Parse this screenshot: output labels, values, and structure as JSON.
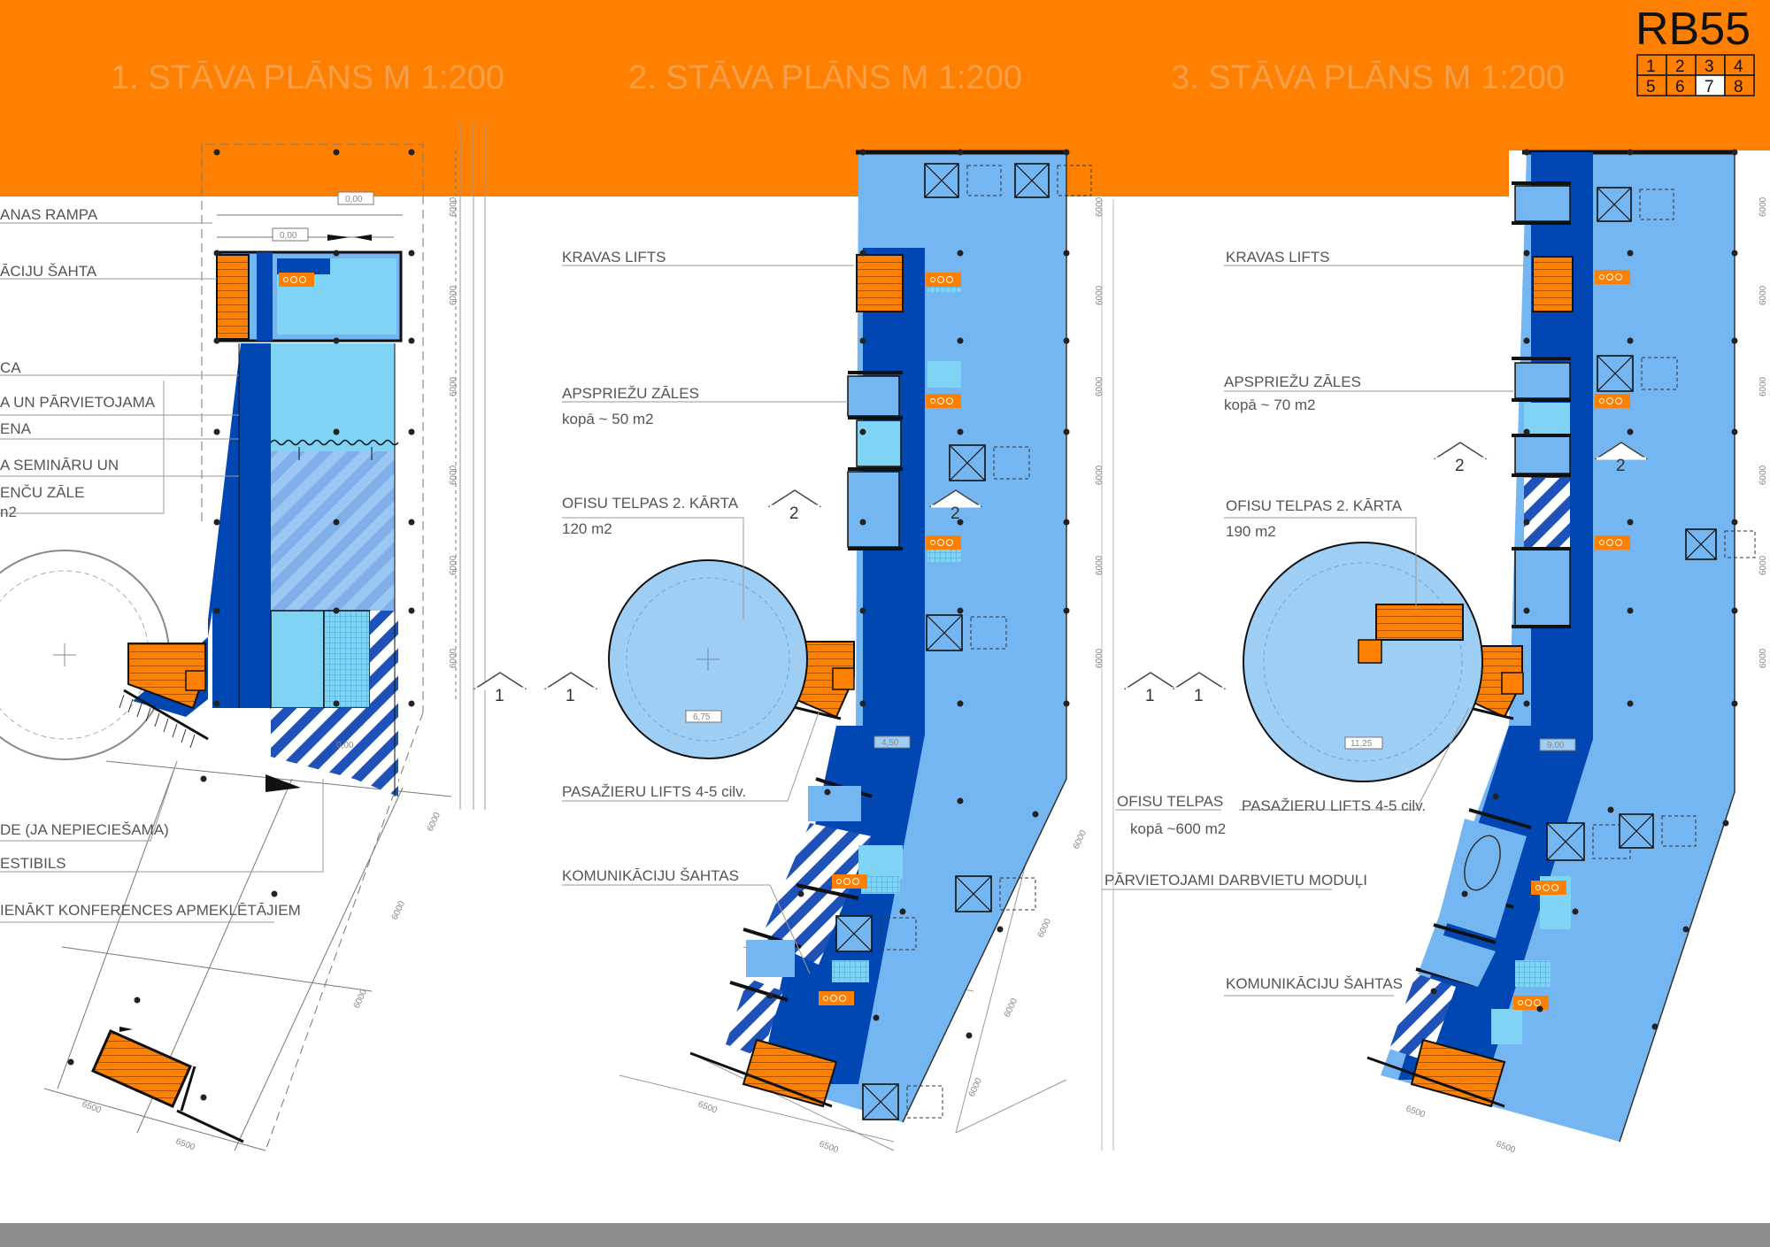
{
  "header": {
    "logo": "RB55",
    "sheet_numbers": [
      "1",
      "2",
      "3",
      "4",
      "5",
      "6",
      "7",
      "8"
    ],
    "active_sheet": "7",
    "titles": [
      "1. STĀVA PLĀNS M 1:200",
      "2. STĀVA PLĀNS M 1:200",
      "3. STĀVA PLĀNS M 1:200"
    ]
  },
  "plan1": {
    "labels": [
      "ANAS RAMPA",
      "ĀCIJU ŠAHTA",
      "CA",
      "A UN PĀRVIETOJAMA",
      "ENA",
      "A SEMINĀRU UN",
      "ENČU ZĀLE",
      "n2",
      "DE (JA NEPIECIEŠAMA)",
      "ESTIBILS",
      "IENĀKT KONFERENCES APMEKLĒTĀJIEM"
    ],
    "levels": [
      "0,00",
      "0,00",
      "0,00"
    ],
    "dims": [
      "6000",
      "6000",
      "6000",
      "6000",
      "6000",
      "6000",
      "6500",
      "6500",
      "6000",
      "6000",
      "6000"
    ]
  },
  "plan2": {
    "labels": [
      "KRAVAS LIFTS",
      "APSPRIEŽU ZĀLES",
      "kopā ~ 50 m2",
      "OFISU TELPAS  2. KĀRTA",
      "120 m2",
      "PASAŽIERU LIFTS  4-5 cilv.",
      "KOMUNIKĀCIJU ŠAHTAS",
      "OFISU TELPAS",
      "kopā ~600 m2",
      "PĀRVIETOJAMI DARBVIETU MODUĻI"
    ],
    "levels": [
      "6,75",
      "4,50"
    ],
    "dims": [
      "6000",
      "6000",
      "6000",
      "6000",
      "6000",
      "6000",
      "6000",
      "6000",
      "6000",
      "6000",
      "6500",
      "6500"
    ]
  },
  "plan3": {
    "labels": [
      "KRAVAS LIFTS",
      "APSPRIEŽU ZĀLES",
      "kopā ~ 70 m2",
      "OFISU TELPAS  2. KĀRTA",
      "190 m2",
      "PASAŽIERU LIFTS  4-5 cilv.",
      "KOMUNIKĀCIJU ŠAHTAS"
    ],
    "levels": [
      "11,25",
      "9,00"
    ],
    "dims": [
      "6000",
      "6000",
      "6000",
      "6000",
      "6000",
      "6000",
      "6500",
      "6500"
    ]
  },
  "section_marks": [
    "1",
    "1",
    "1",
    "1",
    "2",
    "2",
    "2",
    "2"
  ],
  "colors": {
    "orange": "#ff7f00",
    "dark_blue": "#0047b3",
    "light_blue": "#74b6f2",
    "cyan": "#7fd4f6",
    "grey": "#8c8c8c"
  }
}
